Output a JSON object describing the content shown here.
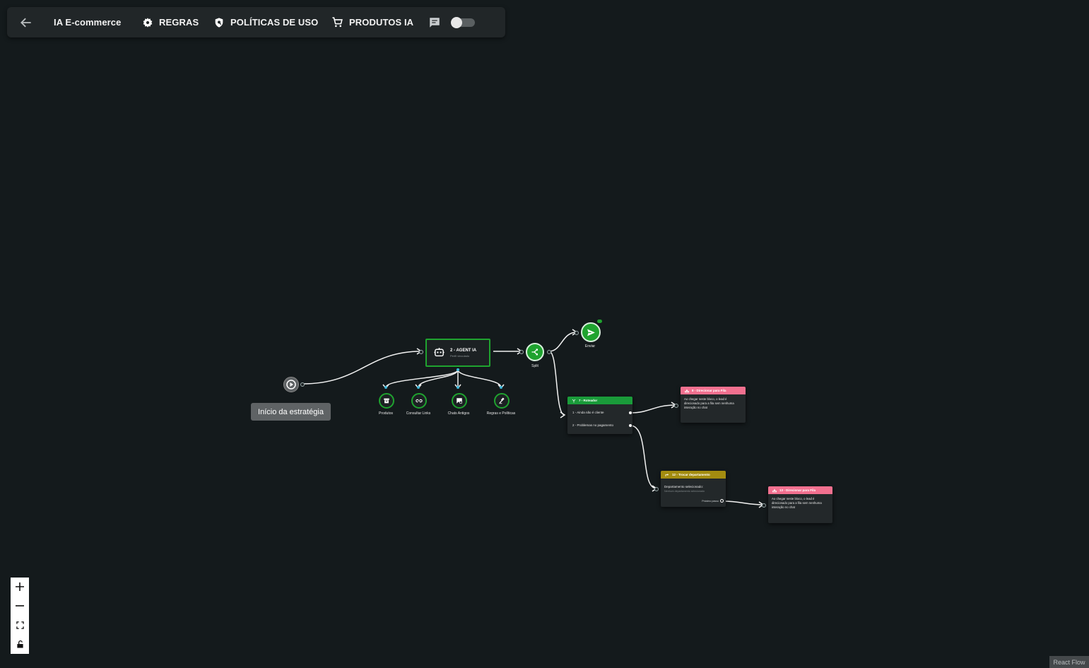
{
  "toolbar": {
    "title": "IA E-commerce",
    "rules": "REGRAS",
    "policies": "POLÍTICAS DE USO",
    "products": "PRODUTOS IA",
    "toggle_on": false
  },
  "flow": {
    "start_label": "Início da estratégia",
    "agent_title": "2 - AGENT IA",
    "agent_sub": "Perfil vinculado",
    "tools": [
      {
        "label": "Produtos",
        "icon": "archive-icon"
      },
      {
        "label": "Consultar Links",
        "icon": "link-icon"
      },
      {
        "label": "Chats Antigos",
        "icon": "chat-history-icon"
      },
      {
        "label": "Regras e Políticas",
        "icon": "gavel-icon"
      }
    ],
    "split_label": "Split",
    "send_label": "Enviar",
    "router": {
      "title": "7 - Roteador",
      "option1": "1 - Ainda não é cliente",
      "option2": "2 - Problemas no pagamento"
    },
    "queue1": {
      "title": "8 - Direcionar para Fila",
      "body": "Ao chegar neste bloco, o lead é direcionado para a fila sem nenhuma interação no chat"
    },
    "dept": {
      "title": "12 - Trocar departamento",
      "body_title": "Departamento selecionado:",
      "body_sub": "Nenhum departamento selecionado",
      "footer": "Próximo passo"
    },
    "queue2": {
      "title": "13 - Direcionar para Fila",
      "body": "Ao chegar neste bloco, o lead é direcionado para a fila sem nenhuma interação no chat"
    }
  },
  "attribution": "React Flow",
  "colors": {
    "green": "#1fa32f",
    "queue_header": "#f2708f",
    "dept_header": "#a38c10",
    "router_header": "#1a9b3a"
  }
}
